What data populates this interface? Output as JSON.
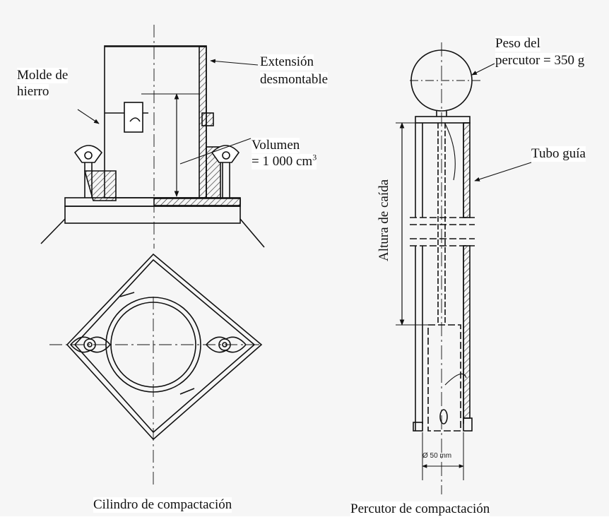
{
  "labels": {
    "molde_line1": "Molde de",
    "molde_line2": "hierro",
    "extension_line1": "Extensión",
    "extension_line2": "desmontable",
    "volumen_line1": "Volumen",
    "volumen_line2": "= 1 000 cm",
    "volumen_sup": "3",
    "peso_line1": "Peso del",
    "peso_line2": "percutor = 350 g",
    "tubo_guia": "Tubo guía",
    "altura": "Altura de caída",
    "diametro": "Ø 50 mm",
    "caption_left": "Cilindro de compactación",
    "caption_right": "Percutor de compactación"
  }
}
